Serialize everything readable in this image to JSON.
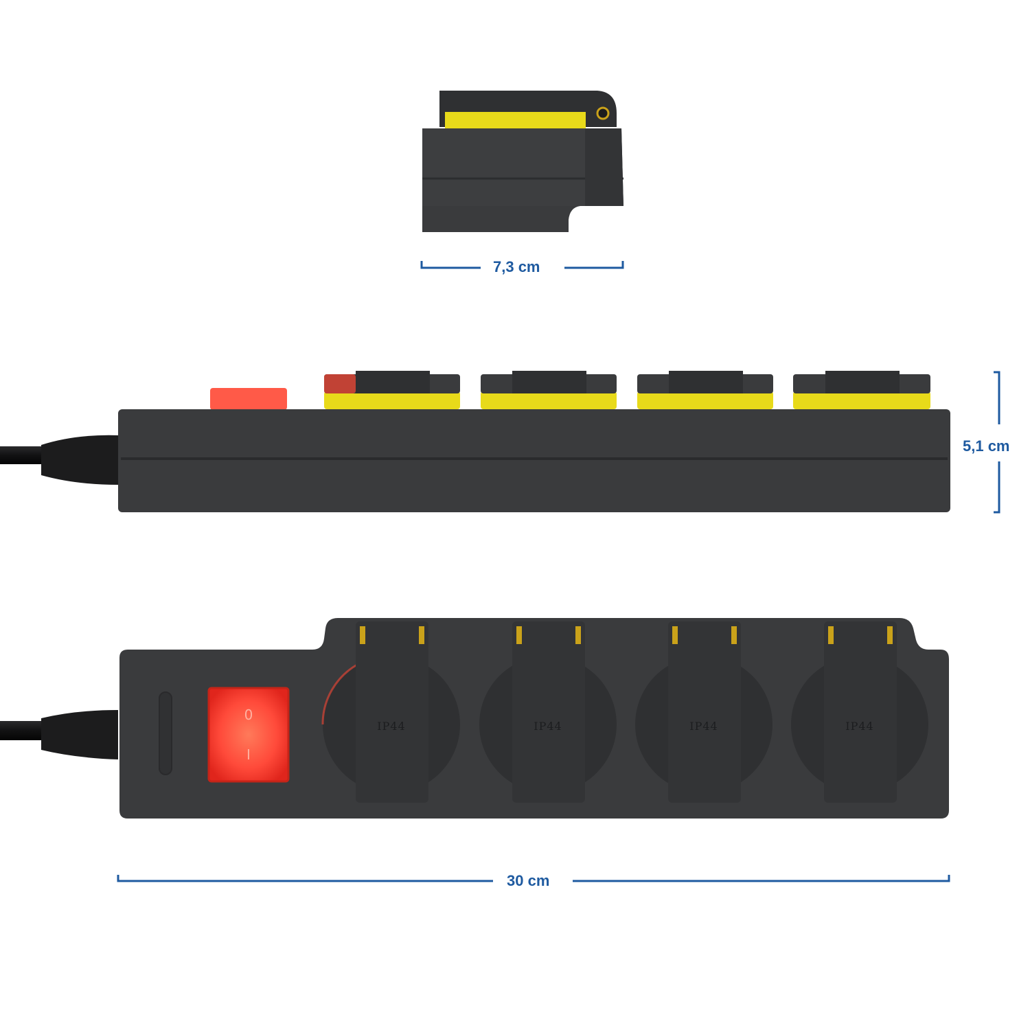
{
  "dimensions": {
    "width_label": "7,3 cm",
    "height_label": "5,1 cm",
    "length_label": "30 cm"
  },
  "sockets": [
    {
      "label": "IP44"
    },
    {
      "label": "IP44"
    },
    {
      "label": "IP44"
    },
    {
      "label": "IP44"
    }
  ],
  "switch": {
    "symbol_off": "0",
    "symbol_on": "I"
  },
  "colors": {
    "dimension_line": "#1e5aa0",
    "housing": "#38393b",
    "accent": "#e8da1a",
    "switch": "#ff4a3a",
    "cable": "#1a1a1a"
  }
}
